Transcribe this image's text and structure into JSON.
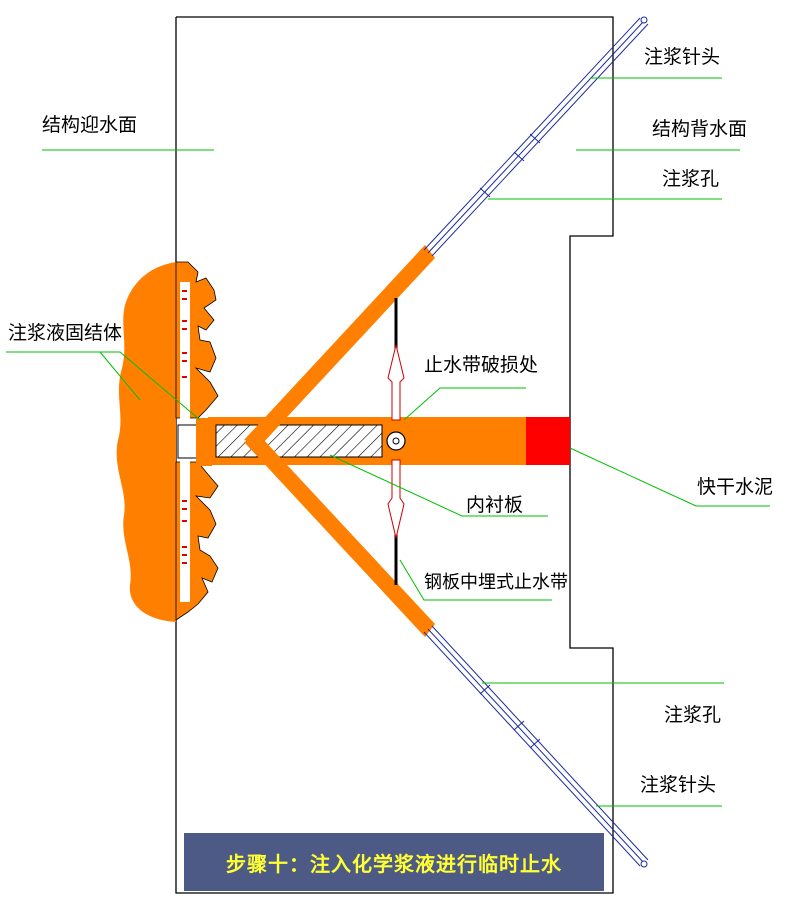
{
  "labels": {
    "upstream_face": "结构迎水面",
    "downstream_face": "结构背水面",
    "grout_needle_top": "注浆针头",
    "grout_hole_top": "注浆孔",
    "grout_solid": "注浆液固结体",
    "waterstop_damage": "止水带破损处",
    "quick_cement": "快干水泥",
    "liner_plate": "内衬板",
    "embedded_waterstop": "钢板中埋式止水带",
    "grout_hole_bottom": "注浆孔",
    "grout_needle_bottom": "注浆针头"
  },
  "caption": "步骤十：注入化学浆液进行临时止水",
  "colors": {
    "orange": "#ff8000",
    "red": "#ff0000",
    "leader": "#00c000",
    "needle": "#1a2a9c",
    "caption_bg": "#4d5a86",
    "caption_text": "#ffff33"
  }
}
